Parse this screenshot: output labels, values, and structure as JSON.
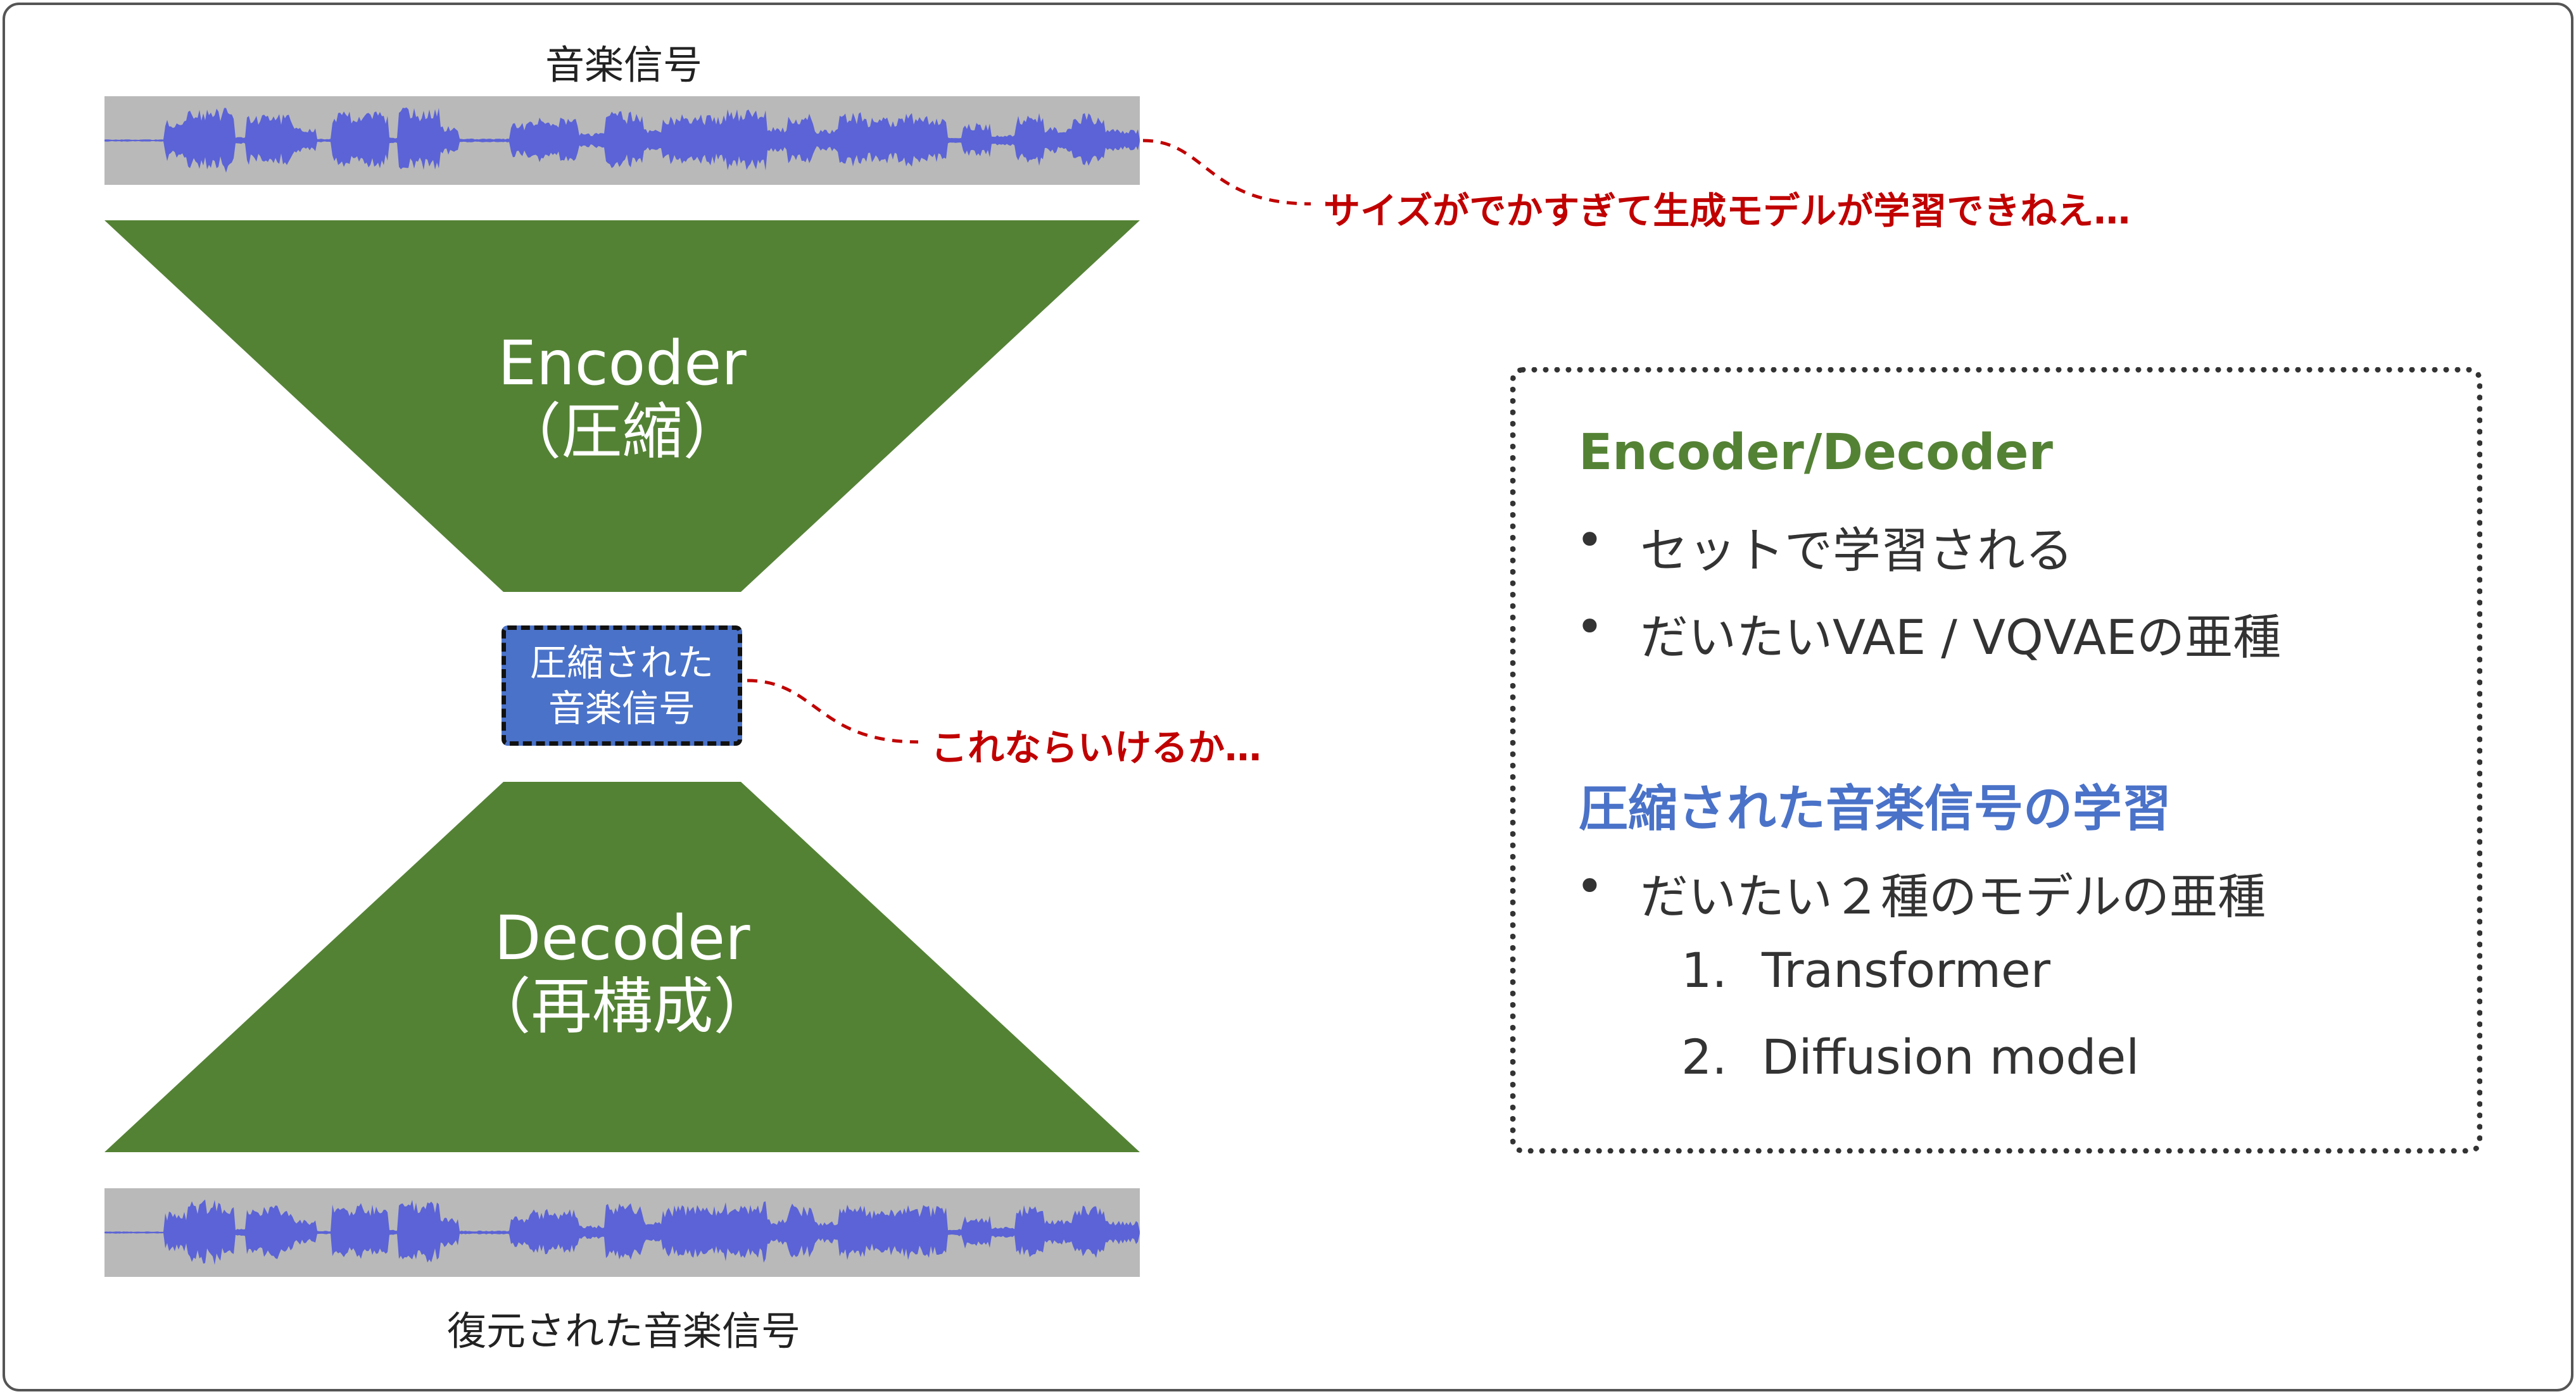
{
  "diagram": {
    "top_caption": "音楽信号",
    "bottom_caption": "復元された音楽信号",
    "encoder": {
      "line1": "Encoder",
      "line2": "（圧縮）"
    },
    "decoder": {
      "line1": "Decoder",
      "line2": "（再構成）"
    },
    "latent": {
      "line1": "圧縮された",
      "line2": "音楽信号"
    },
    "remark_top": "サイズがでかすぎて生成モデルが学習できねえ…",
    "remark_mid": "これならいけるか…"
  },
  "info": {
    "heading1": "Encoder/Decoder",
    "bullets1": [
      "セットで学習される",
      "だいたいVAE / VQVAEの亜種"
    ],
    "heading2": "圧縮された音楽信号の学習",
    "bullets2": [
      "だいたい２種のモデルの亜種"
    ],
    "numbered": [
      {
        "num": "1.",
        "text": "Transformer"
      },
      {
        "num": "2.",
        "text": "Diffusion model"
      }
    ],
    "bullet_symbol": "•"
  },
  "colors": {
    "trapezoid": "#548235",
    "latent_fill": "#4a72c8",
    "waveform": "#5b63d6",
    "wave_background": "#b9b9b9",
    "remark": "#c00000",
    "heading1": "#548235",
    "heading2": "#4a72c8"
  }
}
